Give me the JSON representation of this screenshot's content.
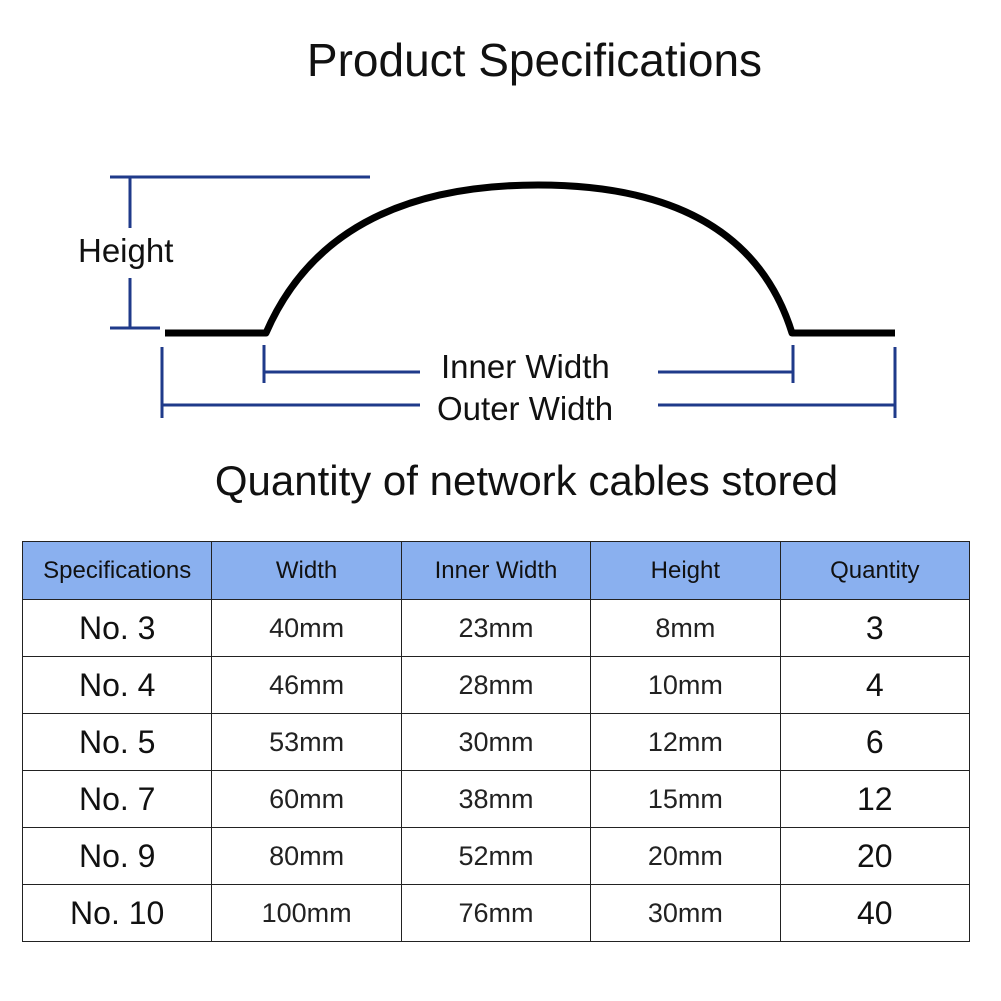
{
  "title": "Product Specifications",
  "diagram": {
    "height_label": "Height",
    "inner_width_label": "Inner Width",
    "outer_width_label": "Outer Width",
    "dimension_line_color": "#1f3a8a"
  },
  "subtitle": "Quantity of network cables stored",
  "table": {
    "header_color": "#8ab0ef",
    "columns": [
      "Specifications",
      "Width",
      "Inner Width",
      "Height",
      "Quantity"
    ],
    "rows": [
      [
        "No. 3",
        "40mm",
        "23mm",
        "8mm",
        "3"
      ],
      [
        "No. 4",
        "46mm",
        "28mm",
        "10mm",
        "4"
      ],
      [
        "No. 5",
        "53mm",
        "30mm",
        "12mm",
        "6"
      ],
      [
        "No. 7",
        "60mm",
        "38mm",
        "15mm",
        "12"
      ],
      [
        "No. 9",
        "80mm",
        "52mm",
        "20mm",
        "20"
      ],
      [
        "No. 10",
        "100mm",
        "76mm",
        "30mm",
        "40"
      ]
    ]
  }
}
